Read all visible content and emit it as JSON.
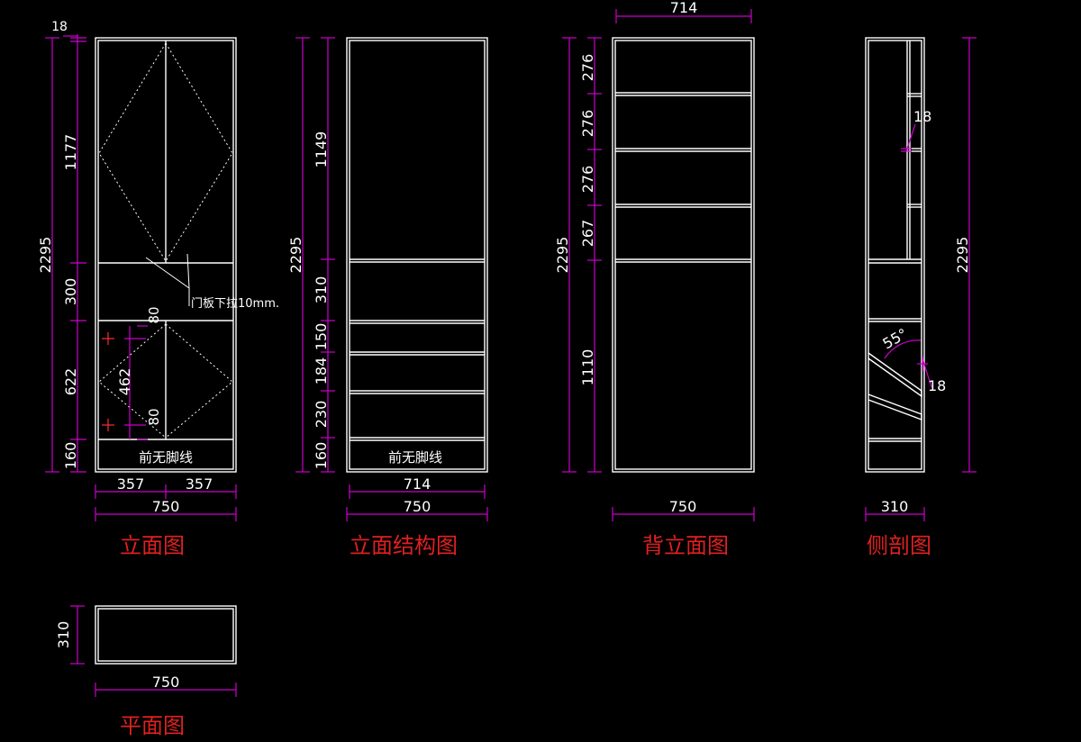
{
  "colors": {
    "background": "#000000",
    "lines": "#ffffff",
    "dimensions": "#cc00cc",
    "titles": "#e02020",
    "markers": "#ff3030"
  },
  "titles": {
    "front": "立面图",
    "structure": "立面结构图",
    "back": "背立面图",
    "side": "侧剖图",
    "plan": "平面图"
  },
  "front_view": {
    "top_gap": "18",
    "total_height": "2295",
    "upper_door": "1177",
    "middle": "300",
    "lower_door": "622",
    "plinth": "160",
    "hinge_span": "462",
    "hinge_offset_top": "80",
    "hinge_offset_bottom": "80",
    "door_left": "357",
    "door_right": "357",
    "overall_width": "750",
    "note_handle": "门板下拉10mm.",
    "note_plinth": "前无脚线"
  },
  "structure_view": {
    "total_height": "2295",
    "upper": "1149",
    "middle": "310",
    "drawer1": "150",
    "drawer2": "184",
    "drawer3": "230",
    "plinth": "160",
    "inner_width": "714",
    "overall_width": "750",
    "note_plinth": "前无脚线"
  },
  "back_view": {
    "top_width": "714",
    "total_height": "2295",
    "shelf1": "276",
    "shelf2": "276",
    "shelf3": "276",
    "shelf4": "267",
    "lower": "1110",
    "overall_width": "750"
  },
  "side_view": {
    "total_height": "2295",
    "shelf_thickness": "18",
    "angle": "55°",
    "board_thickness": "18",
    "depth": "310"
  },
  "plan_view": {
    "depth": "310",
    "width": "750"
  }
}
